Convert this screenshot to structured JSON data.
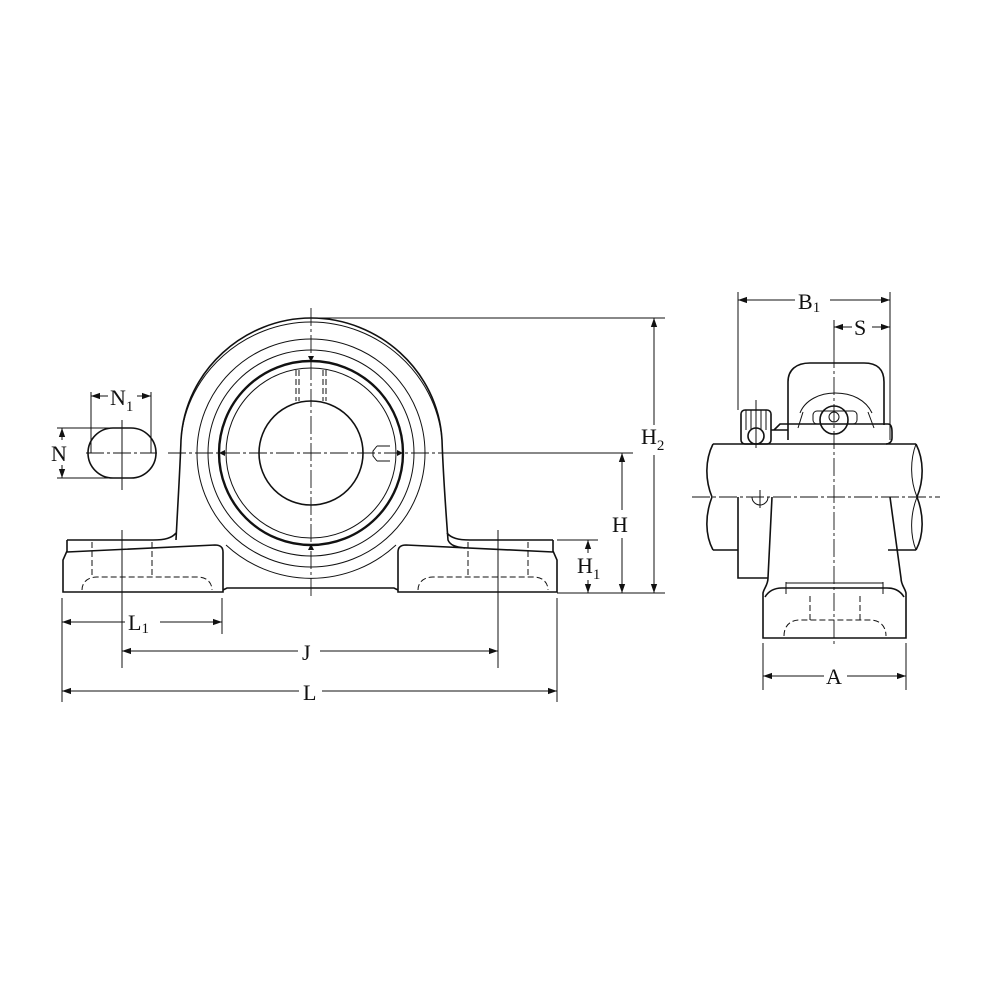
{
  "drawing": {
    "subject": "Pillow block bearing unit (UCP type) dimension drawing",
    "views": [
      "front-view",
      "side-view"
    ],
    "stroke_color": "#111111",
    "background": "#ffffff"
  },
  "front_view": {
    "dimensions": {
      "N": {
        "main": "N",
        "sub": ""
      },
      "N1": {
        "main": "N",
        "sub": "1"
      },
      "H": {
        "main": "H",
        "sub": ""
      },
      "H1": {
        "main": "H",
        "sub": "1"
      },
      "H2": {
        "main": "H",
        "sub": "2"
      },
      "L1": {
        "main": "L",
        "sub": "1"
      },
      "J": {
        "main": "J",
        "sub": ""
      },
      "L": {
        "main": "L",
        "sub": ""
      }
    }
  },
  "side_view": {
    "dimensions": {
      "B1": {
        "main": "B",
        "sub": "1"
      },
      "S": {
        "main": "S",
        "sub": ""
      },
      "A": {
        "main": "A",
        "sub": ""
      }
    }
  }
}
